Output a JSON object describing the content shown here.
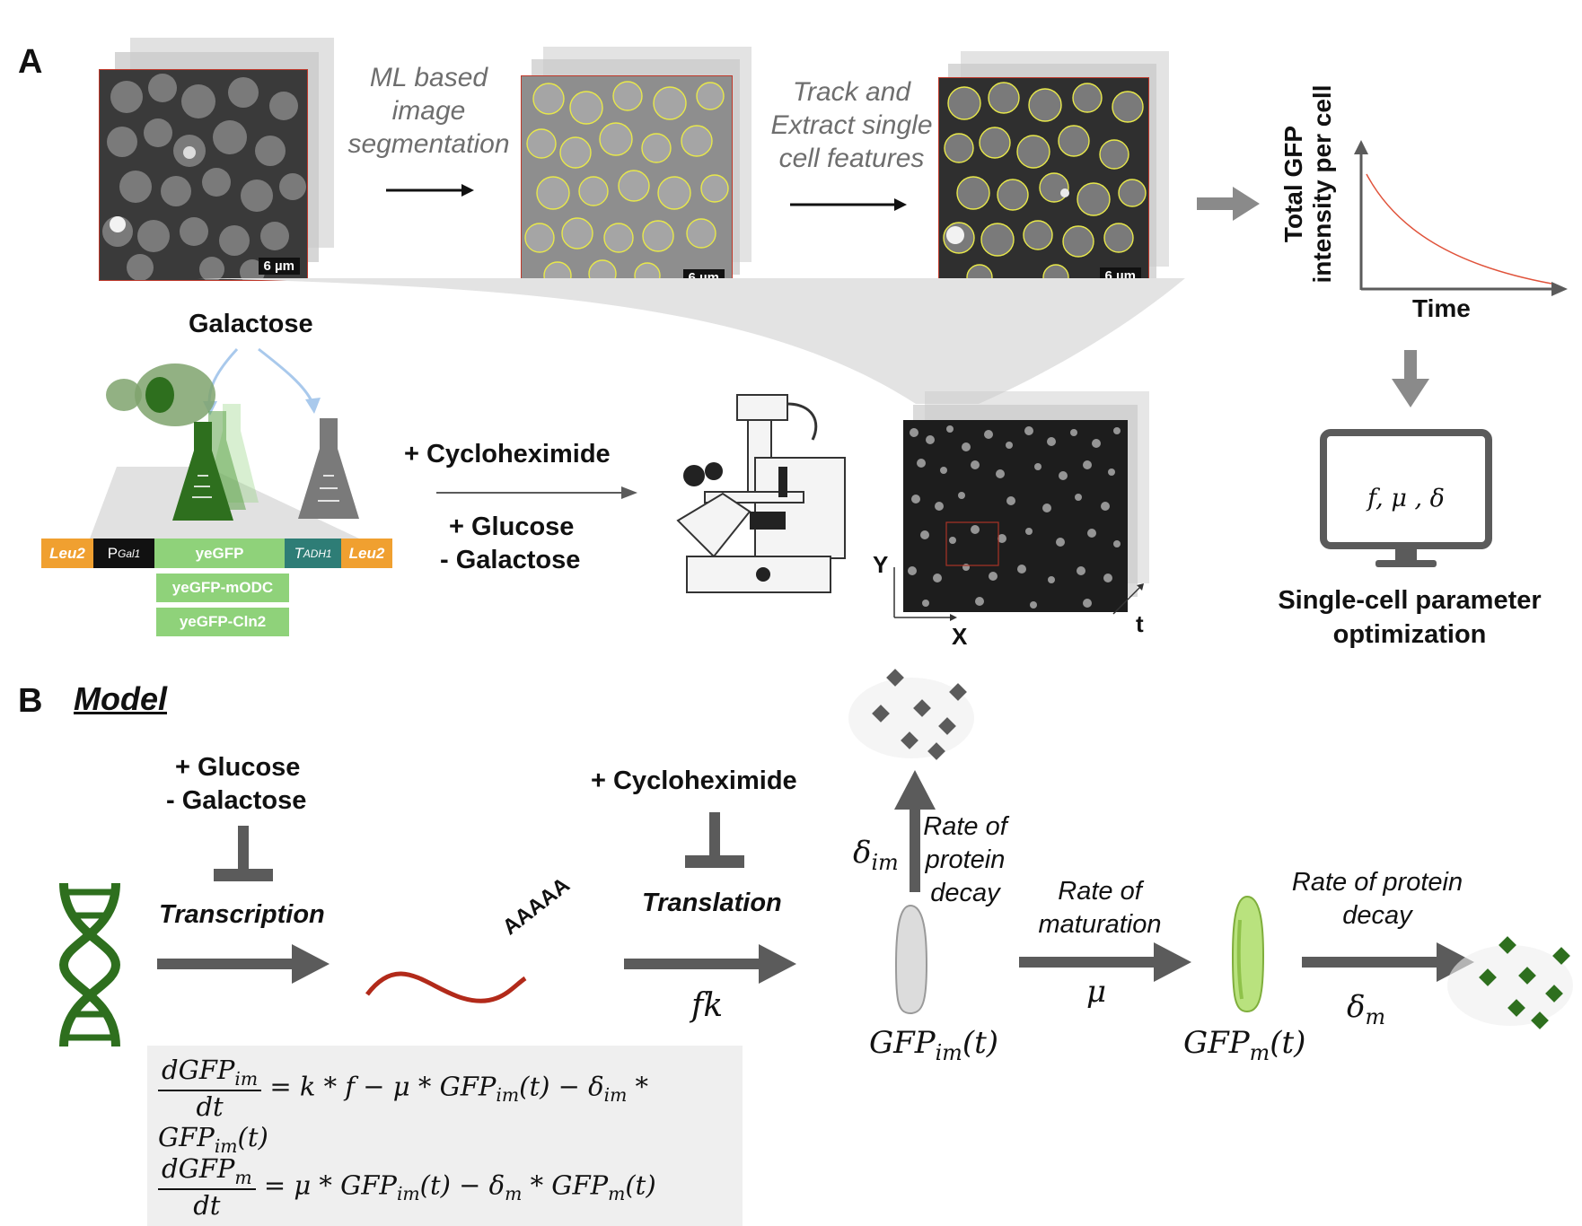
{
  "panel_a": {
    "letter": "A",
    "step1": "ML based image segmentation",
    "step2": "Track and Extract single cell features",
    "scale_bar": "6 µm",
    "plot": {
      "ylabel": "Total GFP intensity per cell",
      "xlabel": "Time"
    },
    "galactose": "Galactose",
    "cycloheximide": "+ Cycloheximide",
    "glucose": "+ Glucose",
    "galactose_minus": "- Galactose",
    "axes": {
      "y": "Y",
      "x": "X",
      "t": "t"
    },
    "params": "f, μ , δ",
    "optimization": "Single-cell parameter optimization",
    "construct": {
      "leu2_left": "Leu2",
      "promoter": "P",
      "promoter_sub": "Gal1",
      "gene": "yeGFP",
      "terminator": "T",
      "terminator_sub": "ADH1",
      "leu2_right": "Leu2",
      "variant1": "yeGFP-mODC",
      "variant2": "yeGFP-Cln2"
    }
  },
  "panel_b": {
    "letter": "B",
    "title": "Model",
    "glucose": "+ Glucose",
    "galactose_minus": "- Galactose",
    "transcription": "Transcription",
    "polya": "AAAAA",
    "cycloheximide": "+ Cycloheximide",
    "translation": "Translation",
    "fk": "fk",
    "delta_im": "δ",
    "delta_im_sub": "im",
    "decay_im": "Rate of protein decay",
    "maturation": "Rate of maturation",
    "mu": "μ",
    "decay_m": "Rate of protein decay",
    "delta_m": "δ",
    "delta_m_sub": "m",
    "gfp_im": "GFP",
    "gfp_im_sub": "im",
    "gfp_im_t": "(t)",
    "gfp_m": "GFP",
    "gfp_m_sub": "m",
    "gfp_m_t": "(t)",
    "eq1_num": "dGFP",
    "eq1_num_sub": "im",
    "eq1_den": "dt",
    "eq1_rhs": "= k * f − μ * GFP",
    "eq1_rhs_b": "(t) − δ",
    "eq1_rhs_c": " * GFP",
    "eq1_rhs_d": "(t)",
    "eq2_num": "dGFP",
    "eq2_num_sub": "m",
    "eq2_den": "dt",
    "eq2_rhs": "= μ * GFP",
    "eq2_rhs_b": "(t) − δ",
    "eq2_rhs_c": " * GFP",
    "eq2_rhs_d": "(t)"
  },
  "colors": {
    "gray_arrow": "#5b5b5b",
    "light_arrow": "#8a8a8a",
    "green_dark": "#2e6f1e",
    "green_light": "#8fd27a",
    "orange": "#f0a030",
    "teal": "#2e7d76",
    "mrna_red": "#b22a1a",
    "decay_curve": "#e0533b",
    "outline_yellow": "#e8e84a"
  }
}
